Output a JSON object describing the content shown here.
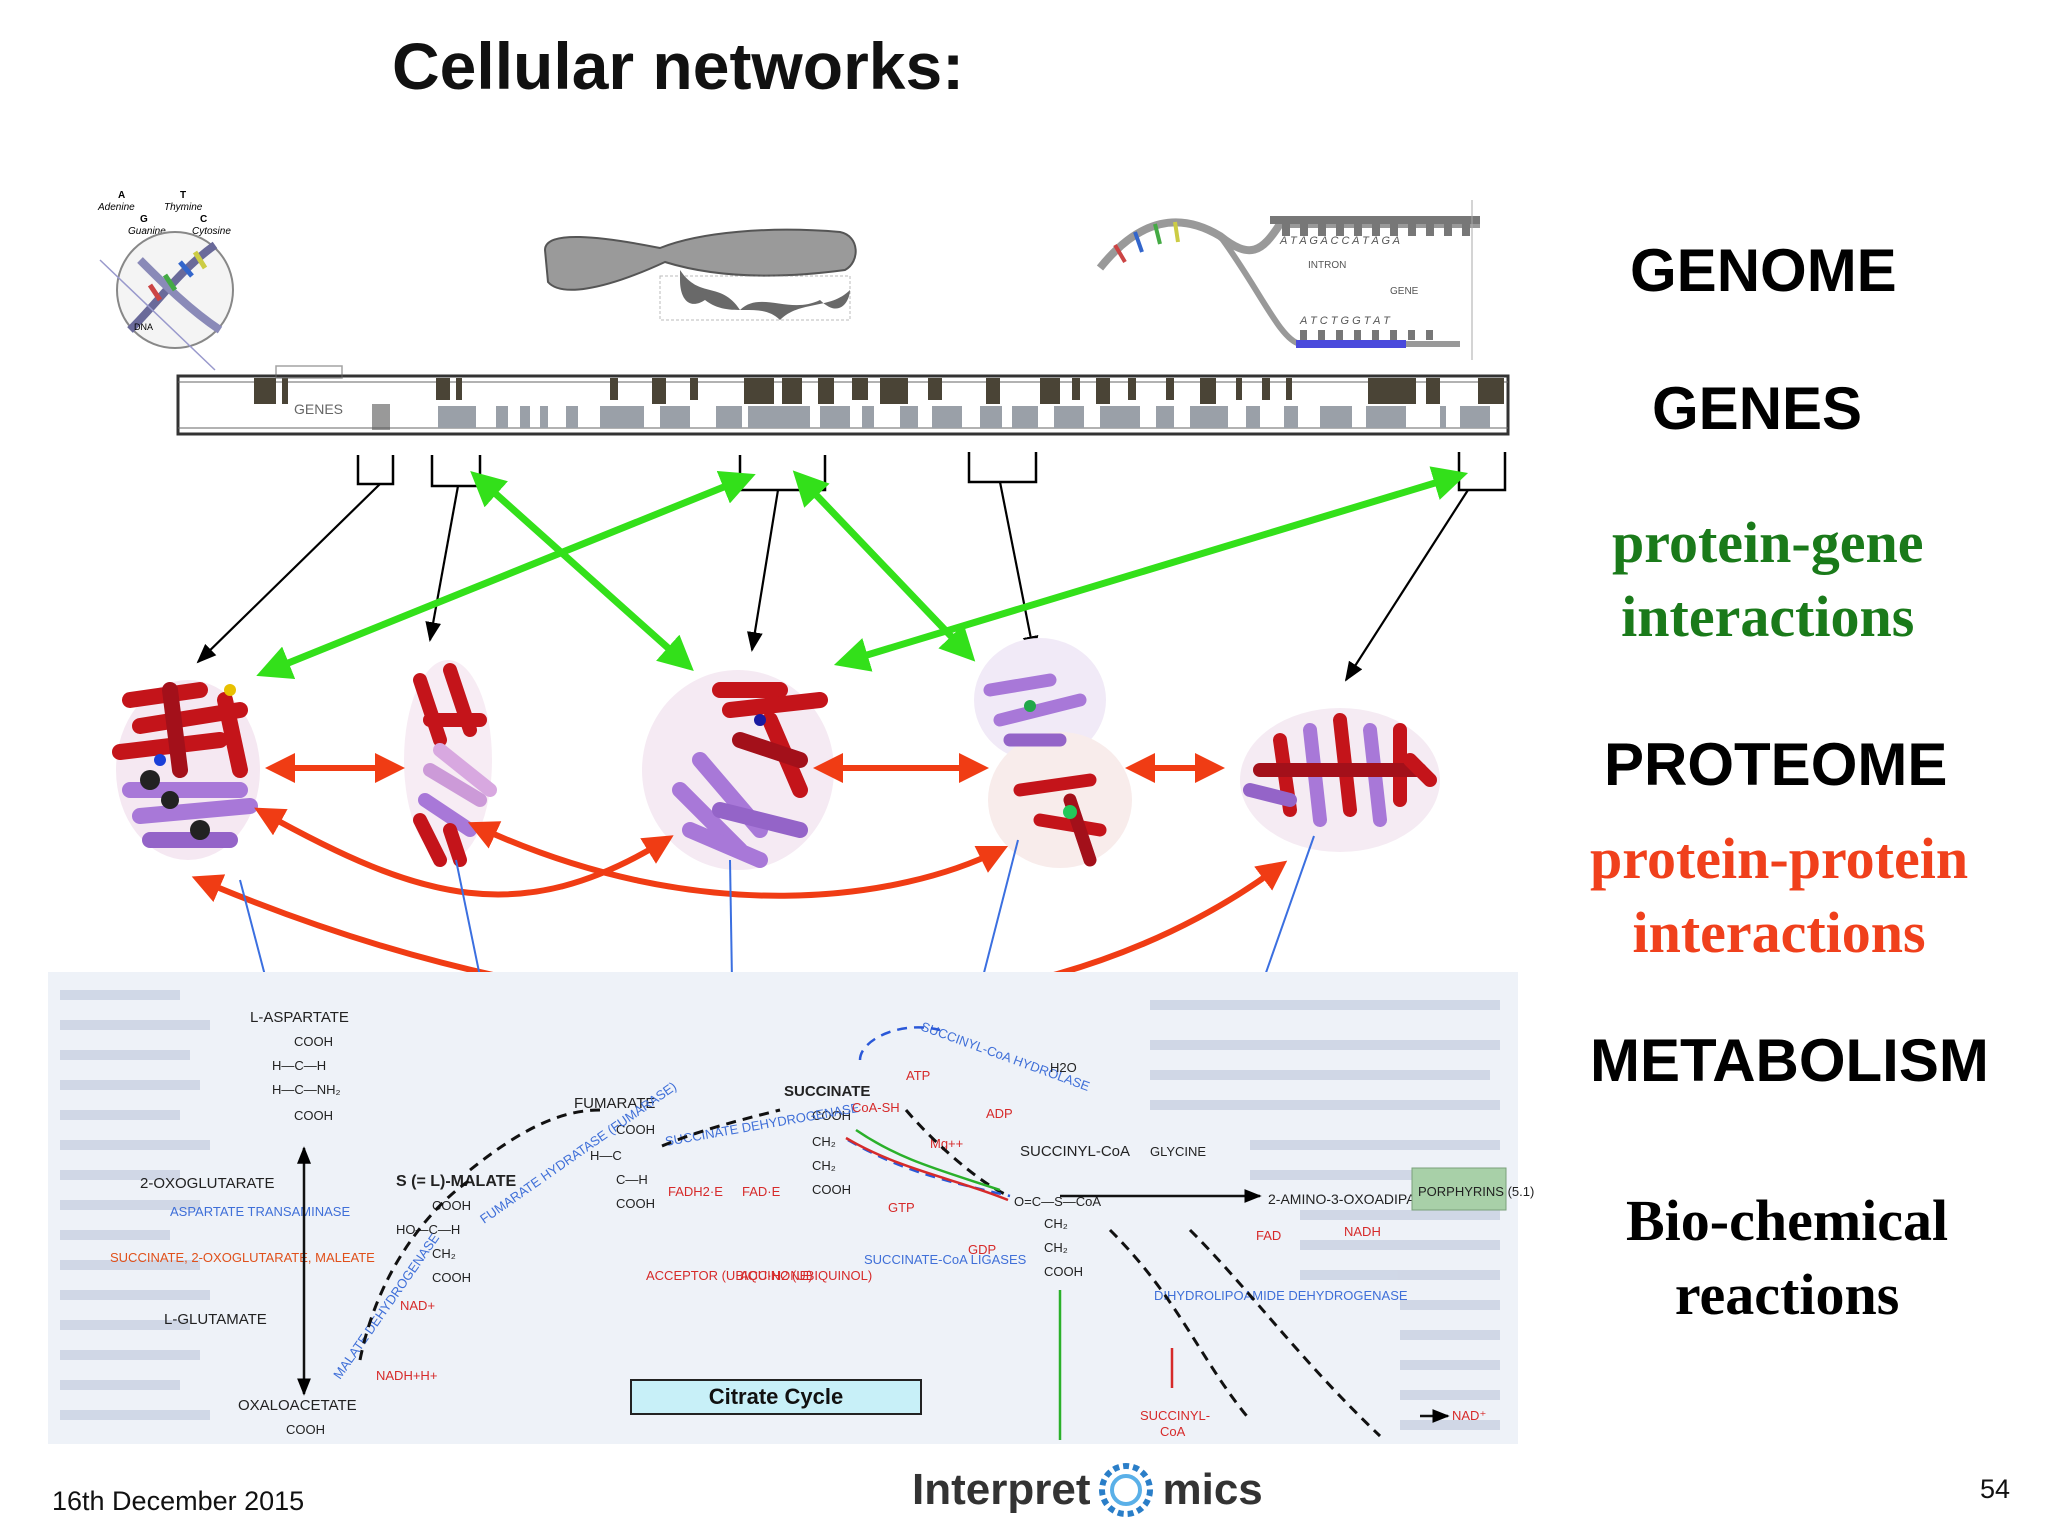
{
  "slide": {
    "title": "Cellular networks:",
    "date": "16th December 2015",
    "page_number": "54",
    "logo": {
      "left": "Interpret",
      "right": "mics",
      "icon": "omics-ring-icon"
    }
  },
  "layers": [
    {
      "id": "genome",
      "text": "GENOME",
      "color": "#000000"
    },
    {
      "id": "genes",
      "text": "GENES",
      "color": "#000000"
    },
    {
      "id": "protein_gene",
      "lines": [
        "protein-gene",
        "interactions"
      ],
      "color": "#1a7a1a"
    },
    {
      "id": "proteome",
      "text": "PROTEOME",
      "color": "#000000"
    },
    {
      "id": "protein_protein",
      "lines": [
        "protein-protein",
        "interactions"
      ],
      "color": "#f0401c"
    },
    {
      "id": "metabolism",
      "text": "METABOLISM",
      "color": "#000000"
    },
    {
      "id": "biochemical",
      "lines": [
        "Bio-chemical",
        "reactions"
      ],
      "color": "#000000"
    }
  ],
  "genome_figure": {
    "dna_bases": {
      "A": "Adenine",
      "T": "Thymine",
      "G": "Guanine",
      "C": "Cytosine"
    },
    "dna_label": "DNA",
    "genes_strip_label": "GENES",
    "sequence_top": "A T A G A C C A T A G A",
    "sequence_bottom": "A T C T G G T A T",
    "intron_label": "INTRON",
    "gene_label": "GENE"
  },
  "metabolism_figure": {
    "caption": "Citrate Cycle",
    "compounds": [
      "L-ASPARTATE",
      "2-OXOGLUTARATE",
      "L-GLUTAMATE",
      "OXALOACETATE",
      "S (= L)-MALATE",
      "FUMARATE",
      "SUCCINATE",
      "SUCCINYL-CoA",
      "GLYCINE",
      "2-AMINO-3-OXOADIPATE",
      "PORPHYRINS (5.1)"
    ],
    "enzymes": [
      "ASPARTATE TRANSAMINASE",
      "MALATE DEHYDROGENASE",
      "FUMARATE HYDRATASE (FUMARASE)",
      "SUCCINATE DEHYDROGENASE",
      "SUCCINYL-CoA HYDROLASE",
      "SUCCINATE-CoA LIGASES",
      "DIHYDROLIPOAMIDE DEHYDROGENASE"
    ],
    "cofactors": [
      "NAD+",
      "NADH+H+",
      "FADH2·E",
      "FAD·E",
      "ATP",
      "ADP",
      "GTP",
      "GDP",
      "CoA-SH",
      "Mg++",
      "H2O"
    ],
    "inhibitors": "SUCCINATE, 2-OXOGLUTARATE, MALEATE",
    "acceptors": [
      "ACCEPTOR (UBIQUINONE)",
      "ACC·H2 (UBIQUINOL)"
    ]
  },
  "colors": {
    "green_arrow": "#33e01a",
    "red_arrow": "#f03c14",
    "blue_line": "#3b6fe0",
    "helix_red": "#c4141a",
    "helix_purple": "#a878d8"
  }
}
